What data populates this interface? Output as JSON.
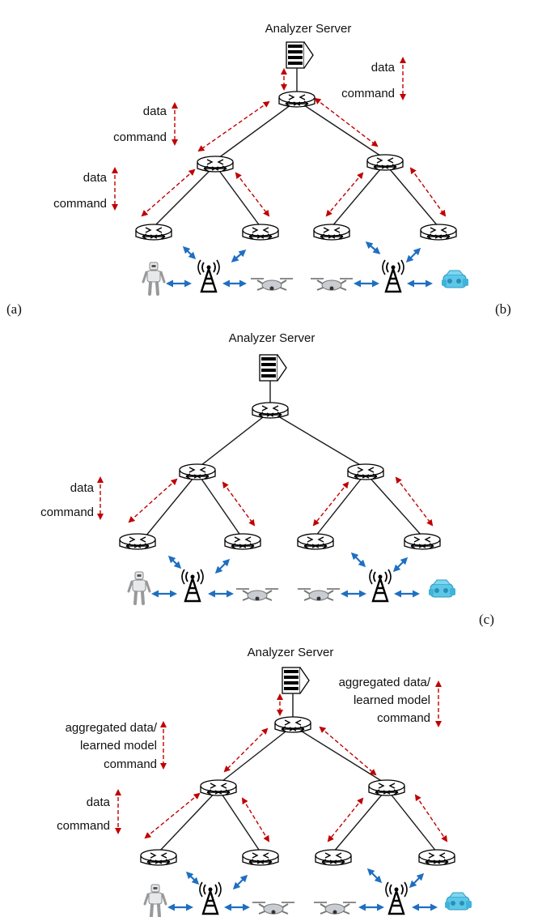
{
  "panels": [
    {
      "server_label": "Analyzer Server",
      "left_label": "(a)",
      "right_label": "(b)",
      "upper_top_label_lines": [
        "data",
        "command"
      ],
      "upper_left_label_lines": [
        "data",
        "command"
      ],
      "lower_left_label_lines": [
        "data",
        "command"
      ]
    },
    {
      "server_label": "Analyzer Server",
      "right_label": "(c)",
      "lower_left_label_lines": [
        "data",
        "command"
      ]
    },
    {
      "server_label": "Analyzer Server",
      "upper_top_label_lines": [
        "aggregated data/",
        "learned model",
        "command"
      ],
      "upper_left_label_lines": [
        "aggregated data/",
        "learned model",
        "command"
      ],
      "lower_left_label_lines": [
        "data",
        "command"
      ]
    }
  ],
  "colors": {
    "data_command_arrow": "#c00000",
    "wireless_arrow": "#1f6fc1",
    "links": "#1a1a1a"
  },
  "icons": [
    "server-icon",
    "router-icon",
    "cell-tower-icon",
    "robot-icon",
    "drone-icon",
    "underwater-robot-icon"
  ]
}
